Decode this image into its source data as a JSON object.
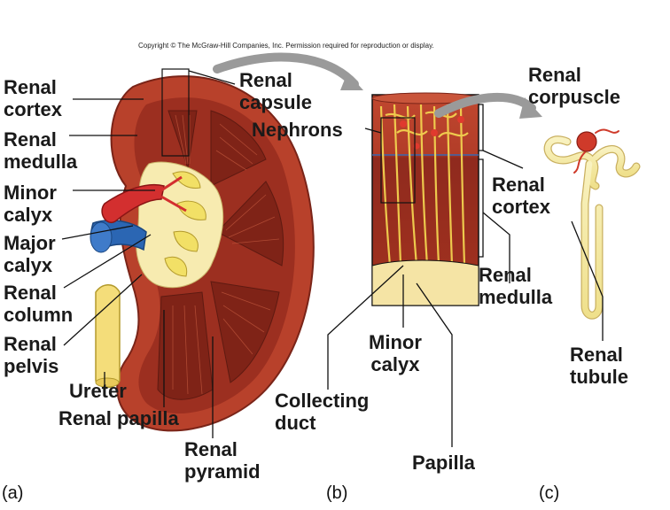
{
  "copyright": "Copyright © The McGraw-Hill Companies, Inc. Permission required for reproduction or display.",
  "panels": {
    "a": "(a)",
    "b": "(b)",
    "c": "(c)"
  },
  "labels": {
    "renal_cortex_a": "Renal\ncortex",
    "renal_medulla_a": "Renal\nmedulla",
    "minor_calyx_a": "Minor\ncalyx",
    "major_calyx": "Major\ncalyx",
    "renal_column": "Renal\ncolumn",
    "renal_pelvis": "Renal\npelvis",
    "ureter": "Ureter",
    "renal_papilla": "Renal papilla",
    "renal_pyramid": "Renal\npyramid",
    "renal_capsule": "Renal\ncapsule",
    "nephrons": "Nephrons",
    "renal_cortex_b": "Renal\ncortex",
    "renal_medulla_b": "Renal\nmedulla",
    "minor_calyx_b": "Minor\ncalyx",
    "collecting_duct": "Collecting\nduct",
    "papilla": "Papilla",
    "renal_corpuscle": "Renal\ncorpuscle",
    "renal_tubule": "Renal\ntubule"
  },
  "colors": {
    "cortex": "#b8412b",
    "medulla": "#8e2a1f",
    "pyramid": "#a3321f",
    "sinus_fat": "#f7ebb0",
    "calyx": "#f2e066",
    "vein": "#2b66b3",
    "artery": "#d32f2f",
    "arrow": "#9a9a9a",
    "leader": "#111111"
  }
}
